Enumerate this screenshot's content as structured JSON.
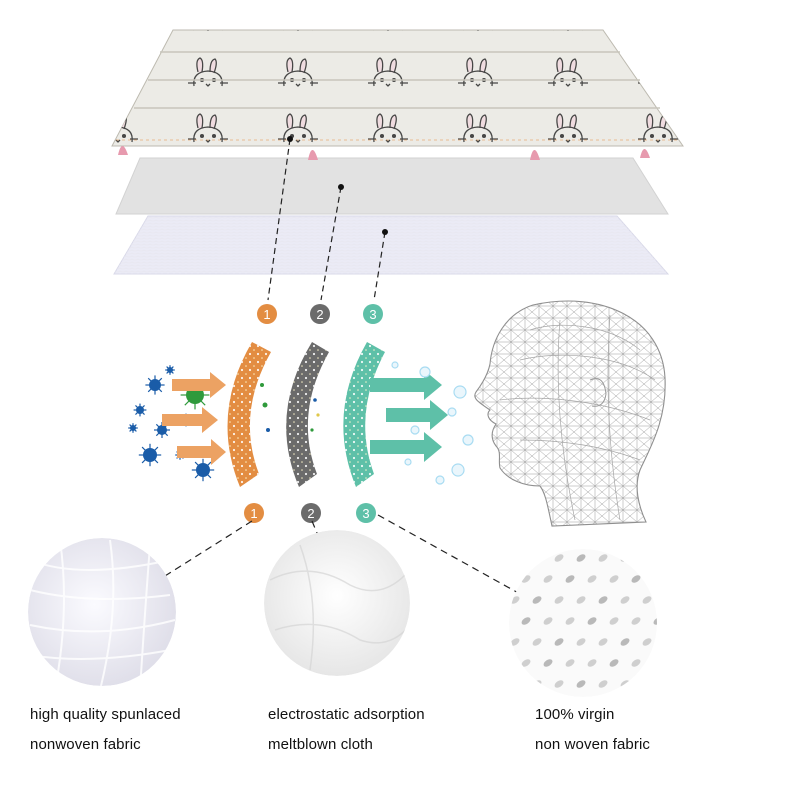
{
  "colors": {
    "layer1": "#e38d42",
    "layer2": "#6b6b6b",
    "layer3": "#5ec0a8",
    "virus": "#1a5ca8",
    "virus_green": "#2f9a3c",
    "bubble": "#a9dcf2",
    "bunny_ear": "#e79aae",
    "mask_fabric": "#ecebe6"
  },
  "icons": [
    "bunny-print-icon",
    "virus-icon",
    "water-bubble-icon",
    "arrow-icon",
    "head-mesh-icon"
  ],
  "markers": {
    "top": [
      "1",
      "2",
      "3"
    ],
    "bottom": [
      "1",
      "2",
      "3"
    ]
  },
  "materials": [
    {
      "line1": "high quality spunlaced",
      "line2": "nonwoven fabric"
    },
    {
      "line1": "electrostatic adsorption",
      "line2": "meltblown cloth"
    },
    {
      "line1": "100% virgin",
      "line2": "non woven fabric"
    }
  ]
}
